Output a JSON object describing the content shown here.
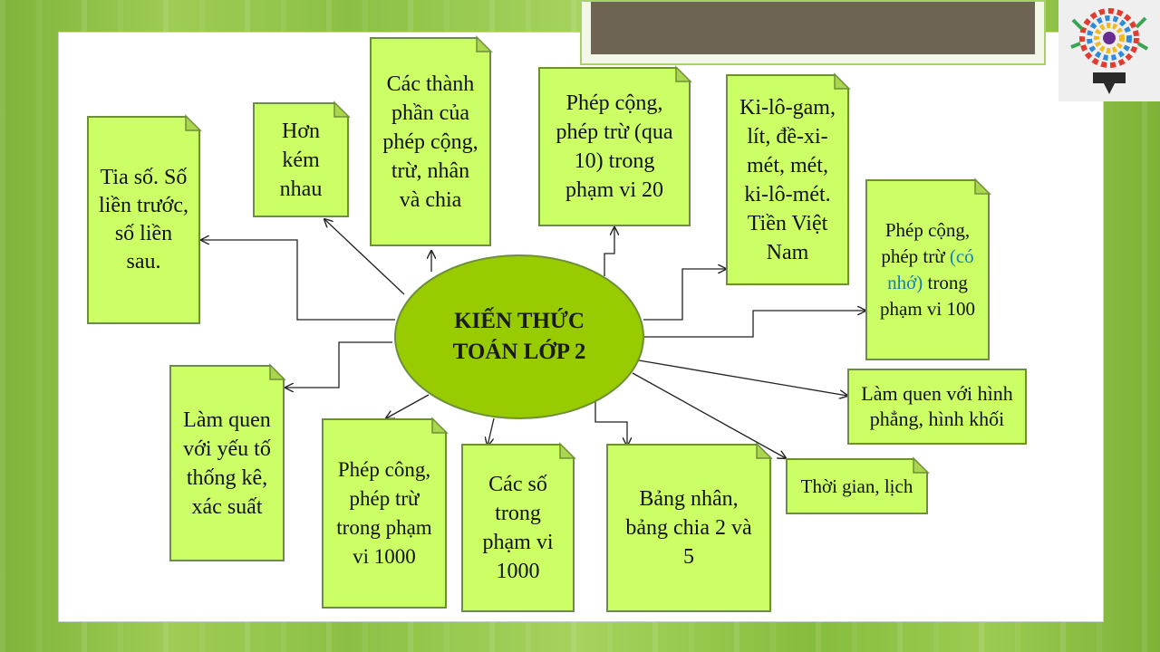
{
  "center": {
    "title_line1": "KIẾN THỨC",
    "title_line2": "TOÁN LỚP 2"
  },
  "nodes": {
    "tia_so": "Tia số. Số liền trước, số liền sau.",
    "hon_kem": "Hơn kém nhau",
    "thanh_phan": "Các thành phần của phép cộng, trừ, nhân và chia",
    "cong_tru_20": "Phép cộng, phép trừ (qua 10) trong phạm vi 20",
    "ki_lo_gam": "Ki-lô-gam, lít, đề-xi-mét, mét, ki-lô-mét. Tiền Việt Nam",
    "cong_tru_100_pre": "Phép cộng, phép trừ",
    "cong_tru_100_accent": "(có nhớ)",
    "cong_tru_100_post": "trong phạm vi 100",
    "hinh_phang": "Làm quen với hình phẳng, hình khối",
    "thoi_gian": "Thời gian, lịch",
    "bang_nhan": "Bảng nhân, bảng chia 2 và 5",
    "cac_so_1000": "Các số trong phạm vi 1000",
    "cong_tru_1000": "Phép công, phép trừ trong phạm vi 1000",
    "thong_ke": "Làm quen với yếu tố thống kê, xác suất"
  },
  "colors": {
    "node_fill": "#ccff66",
    "center_fill": "#99cc00",
    "accent_text": "#1b7fb0"
  }
}
